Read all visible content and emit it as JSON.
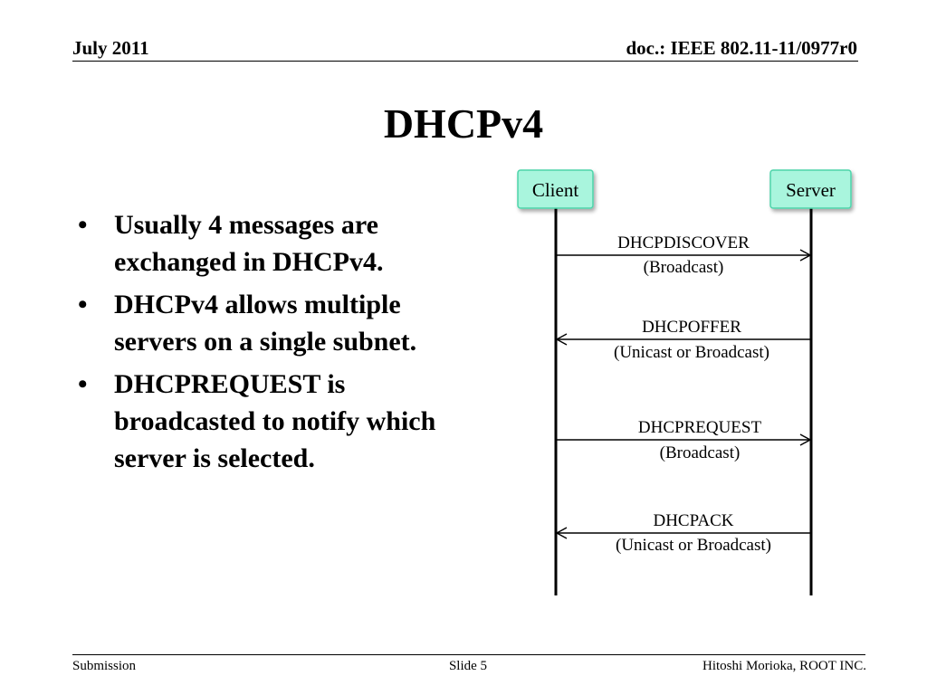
{
  "header": {
    "date": "July 2011",
    "doc_id": "doc.: IEEE 802.11-11/0977r0"
  },
  "title": "DHCPv4",
  "bullets": [
    "Usually 4 messages are exchanged in DHCPv4.",
    "DHCPv4 allows multiple servers on a single subnet.",
    "DHCPREQUEST is broadcasted to notify which server is selected."
  ],
  "diagram": {
    "box_fill": "#a9f5dd",
    "box_stroke": "#4dd4aa",
    "client_label": "Client",
    "server_label": "Server",
    "messages": [
      {
        "name": "DHCPDISCOVER",
        "mode": "(Broadcast)",
        "direction": "client-to-server"
      },
      {
        "name": "DHCPOFFER",
        "mode": "(Unicast or Broadcast)",
        "direction": "server-to-client"
      },
      {
        "name": "DHCPREQUEST",
        "mode": "(Broadcast)",
        "direction": "client-to-server"
      },
      {
        "name": "DHCPACK",
        "mode": "(Unicast or Broadcast)",
        "direction": "server-to-client"
      }
    ]
  },
  "footer": {
    "left": "Submission",
    "center": "Slide 5",
    "right": "Hitoshi Morioka, ROOT INC."
  }
}
